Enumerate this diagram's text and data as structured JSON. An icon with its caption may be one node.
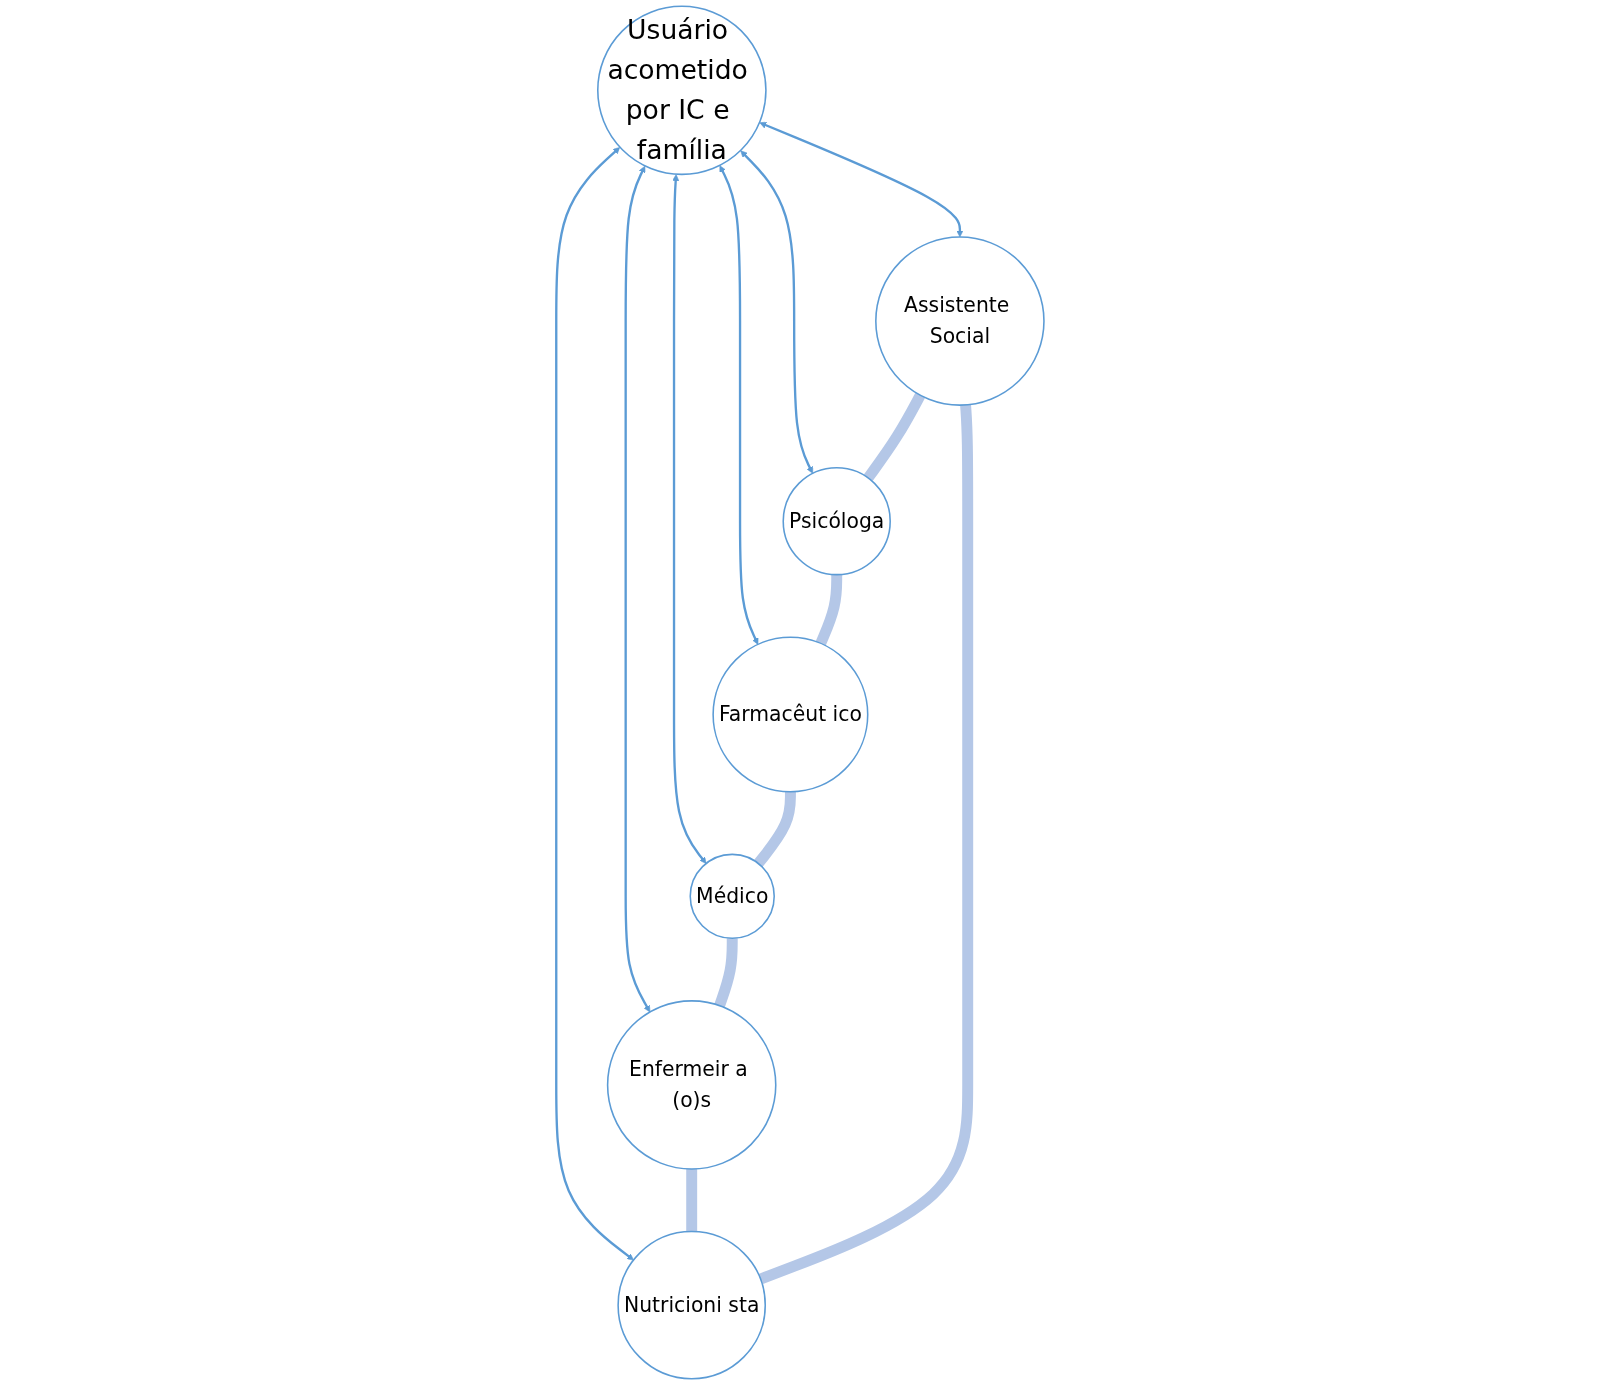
{
  "diagram": {
    "nodes": [
      {
        "text": [
          "Assistente Social"
        ]
      },
      {
        "text": [
          "Nutricioni sta"
        ]
      },
      {
        "text": [
          "Psicóloga"
        ]
      },
      {
        "text": [
          "Usuário acometido por IC e família"
        ]
      },
      {
        "text": [
          "Enfermeir a (o)s"
        ]
      },
      {
        "text": [
          "Farmacêut ico"
        ]
      },
      {
        "text": [
          "Médico"
        ]
      }
    ],
    "edges": [
      {
        "from": 3,
        "to": 0,
        "arrow": "both",
        "color": "#5b9bd5"
      },
      {
        "from": 3,
        "to": 1,
        "arrow": "both",
        "color": "#5b9bd5"
      },
      {
        "from": 3,
        "to": 2,
        "arrow": "both",
        "color": "#5b9bd5"
      },
      {
        "from": 3,
        "to": 4,
        "arrow": "both",
        "color": "#5b9bd5"
      },
      {
        "from": 3,
        "to": 5,
        "arrow": "both",
        "color": "#5b9bd5"
      },
      {
        "from": 3,
        "to": 6,
        "arrow": "both",
        "color": "#5b9bd5"
      },
      {
        "from": 0,
        "to": 2,
        "arrow": "none",
        "style": "thick",
        "color": "#b4c7e7"
      },
      {
        "from": 2,
        "to": 5,
        "arrow": "none",
        "style": "thick",
        "color": "#b4c7e7"
      },
      {
        "from": 5,
        "to": 6,
        "arrow": "none",
        "style": "thick",
        "color": "#b4c7e7"
      },
      {
        "from": 6,
        "to": 4,
        "arrow": "none",
        "style": "thick",
        "color": "#b4c7e7"
      },
      {
        "from": 4,
        "to": 1,
        "arrow": "none",
        "style": "thick",
        "color": "#b4c7e7"
      },
      {
        "from": 1,
        "to": 0,
        "arrow": "none",
        "style": "thick",
        "color": "#b4c7e7"
      }
    ]
  }
}
